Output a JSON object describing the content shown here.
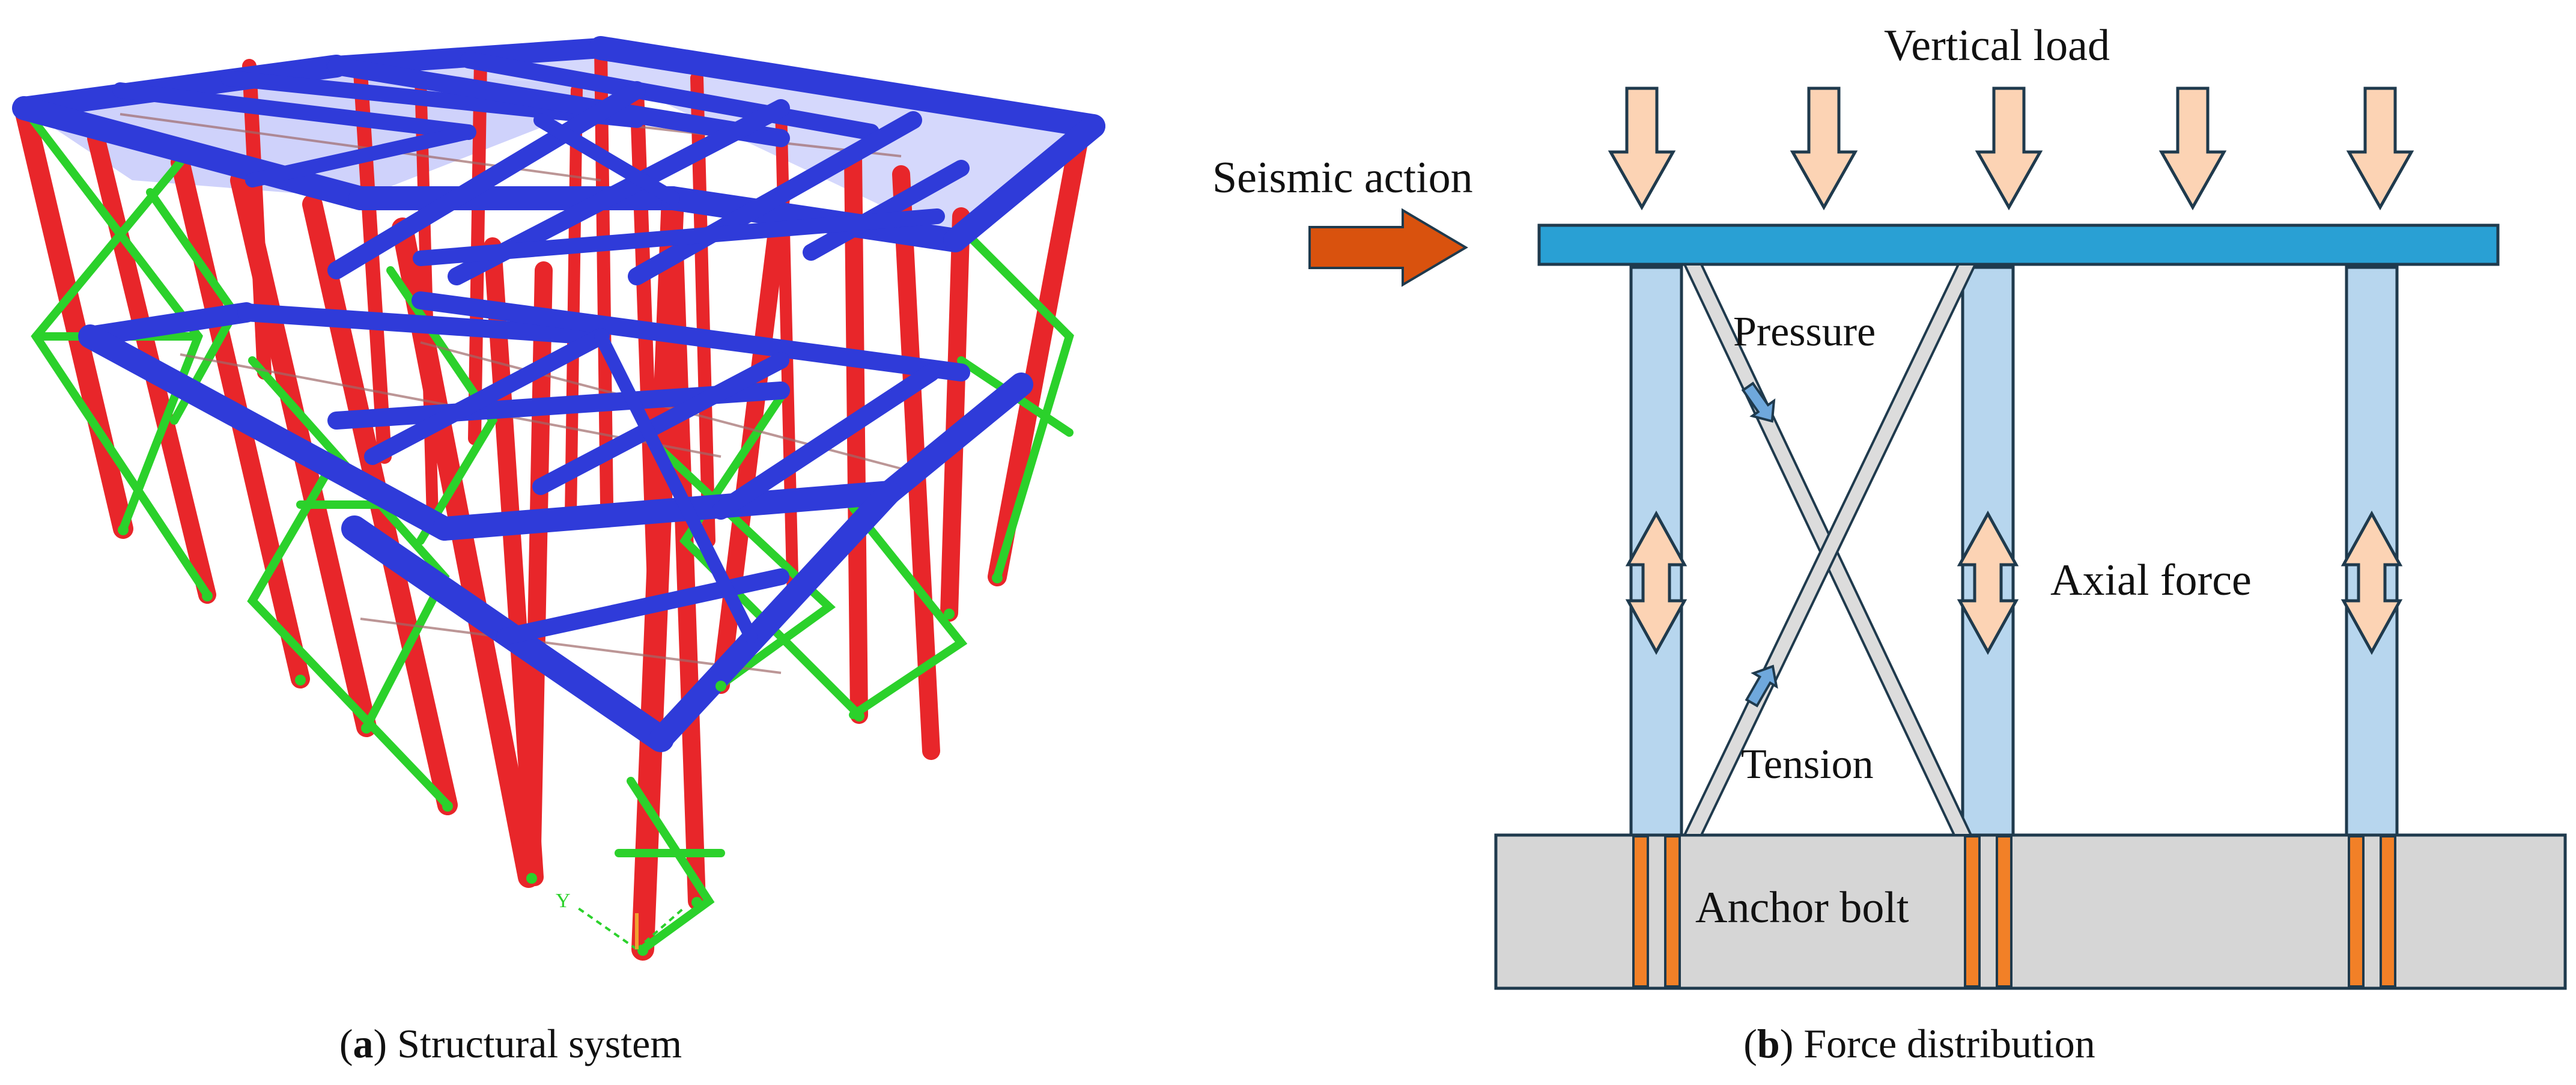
{
  "panel_a": {
    "caption_letter": "a",
    "caption_text": " Structural system",
    "axis_label": "Y"
  },
  "panel_b": {
    "caption_letter": "b",
    "caption_text": " Force distribution",
    "labels": {
      "vertical_load": "Vertical load",
      "seismic_action": "Seismic action",
      "pressure": "Pressure",
      "tension": "Tension",
      "axial_force": "Axial force",
      "anchor_bolt": "Anchor bolt"
    }
  },
  "colors": {
    "beam": "#2f3bd9",
    "column": "#e8262a",
    "brace": "#2bd12b",
    "slab": "#29a0d4",
    "column_b": "#b7d6ee",
    "load_arrow": "#fcd3b4",
    "seismic_arrow": "#d9520e",
    "brace_b": "#dcdcdc",
    "foundation": "#d6d6d6",
    "bolt": "#f28027",
    "flow_arrow": "#6fa8dc"
  }
}
